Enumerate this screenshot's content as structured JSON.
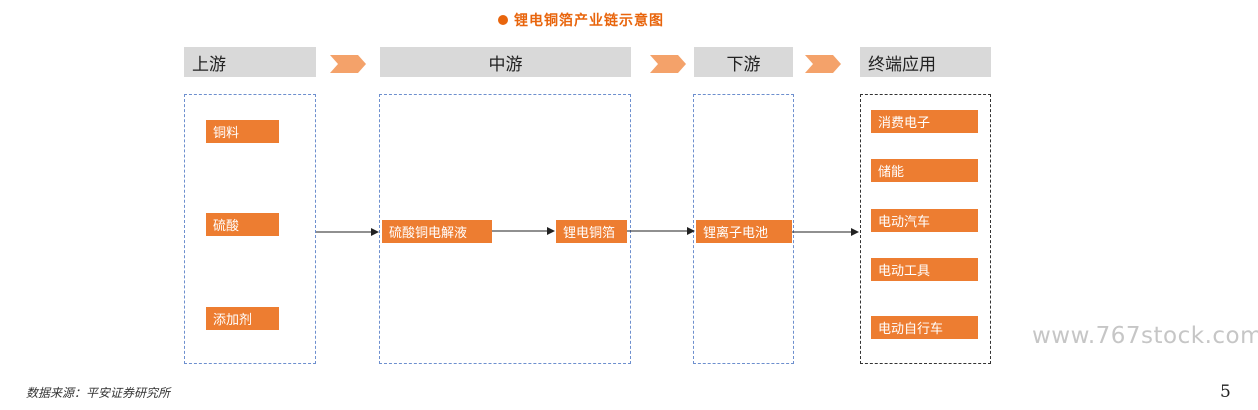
{
  "title": "锂电铜箔产业链示意图",
  "stages": {
    "upstream": "上游",
    "midstream": "中游",
    "downstream": "下游",
    "end_use": "终端应用"
  },
  "upstream_items": [
    "铜料",
    "硫酸",
    "添加剂"
  ],
  "midstream_items": [
    "硫酸铜电解液",
    "锂电铜箔"
  ],
  "downstream_items": [
    "锂离子电池"
  ],
  "end_use_items": [
    "消费电子",
    "储能",
    "电动汽车",
    "电动工具",
    "电动自行车"
  ],
  "source": "数据来源：平安证券研究所",
  "page_number": "5",
  "watermark": "www.767stock.com",
  "colors": {
    "accent": "#ed7d31",
    "header_bg": "#d9d9d9",
    "dashed_blue": "#6d8fce"
  }
}
